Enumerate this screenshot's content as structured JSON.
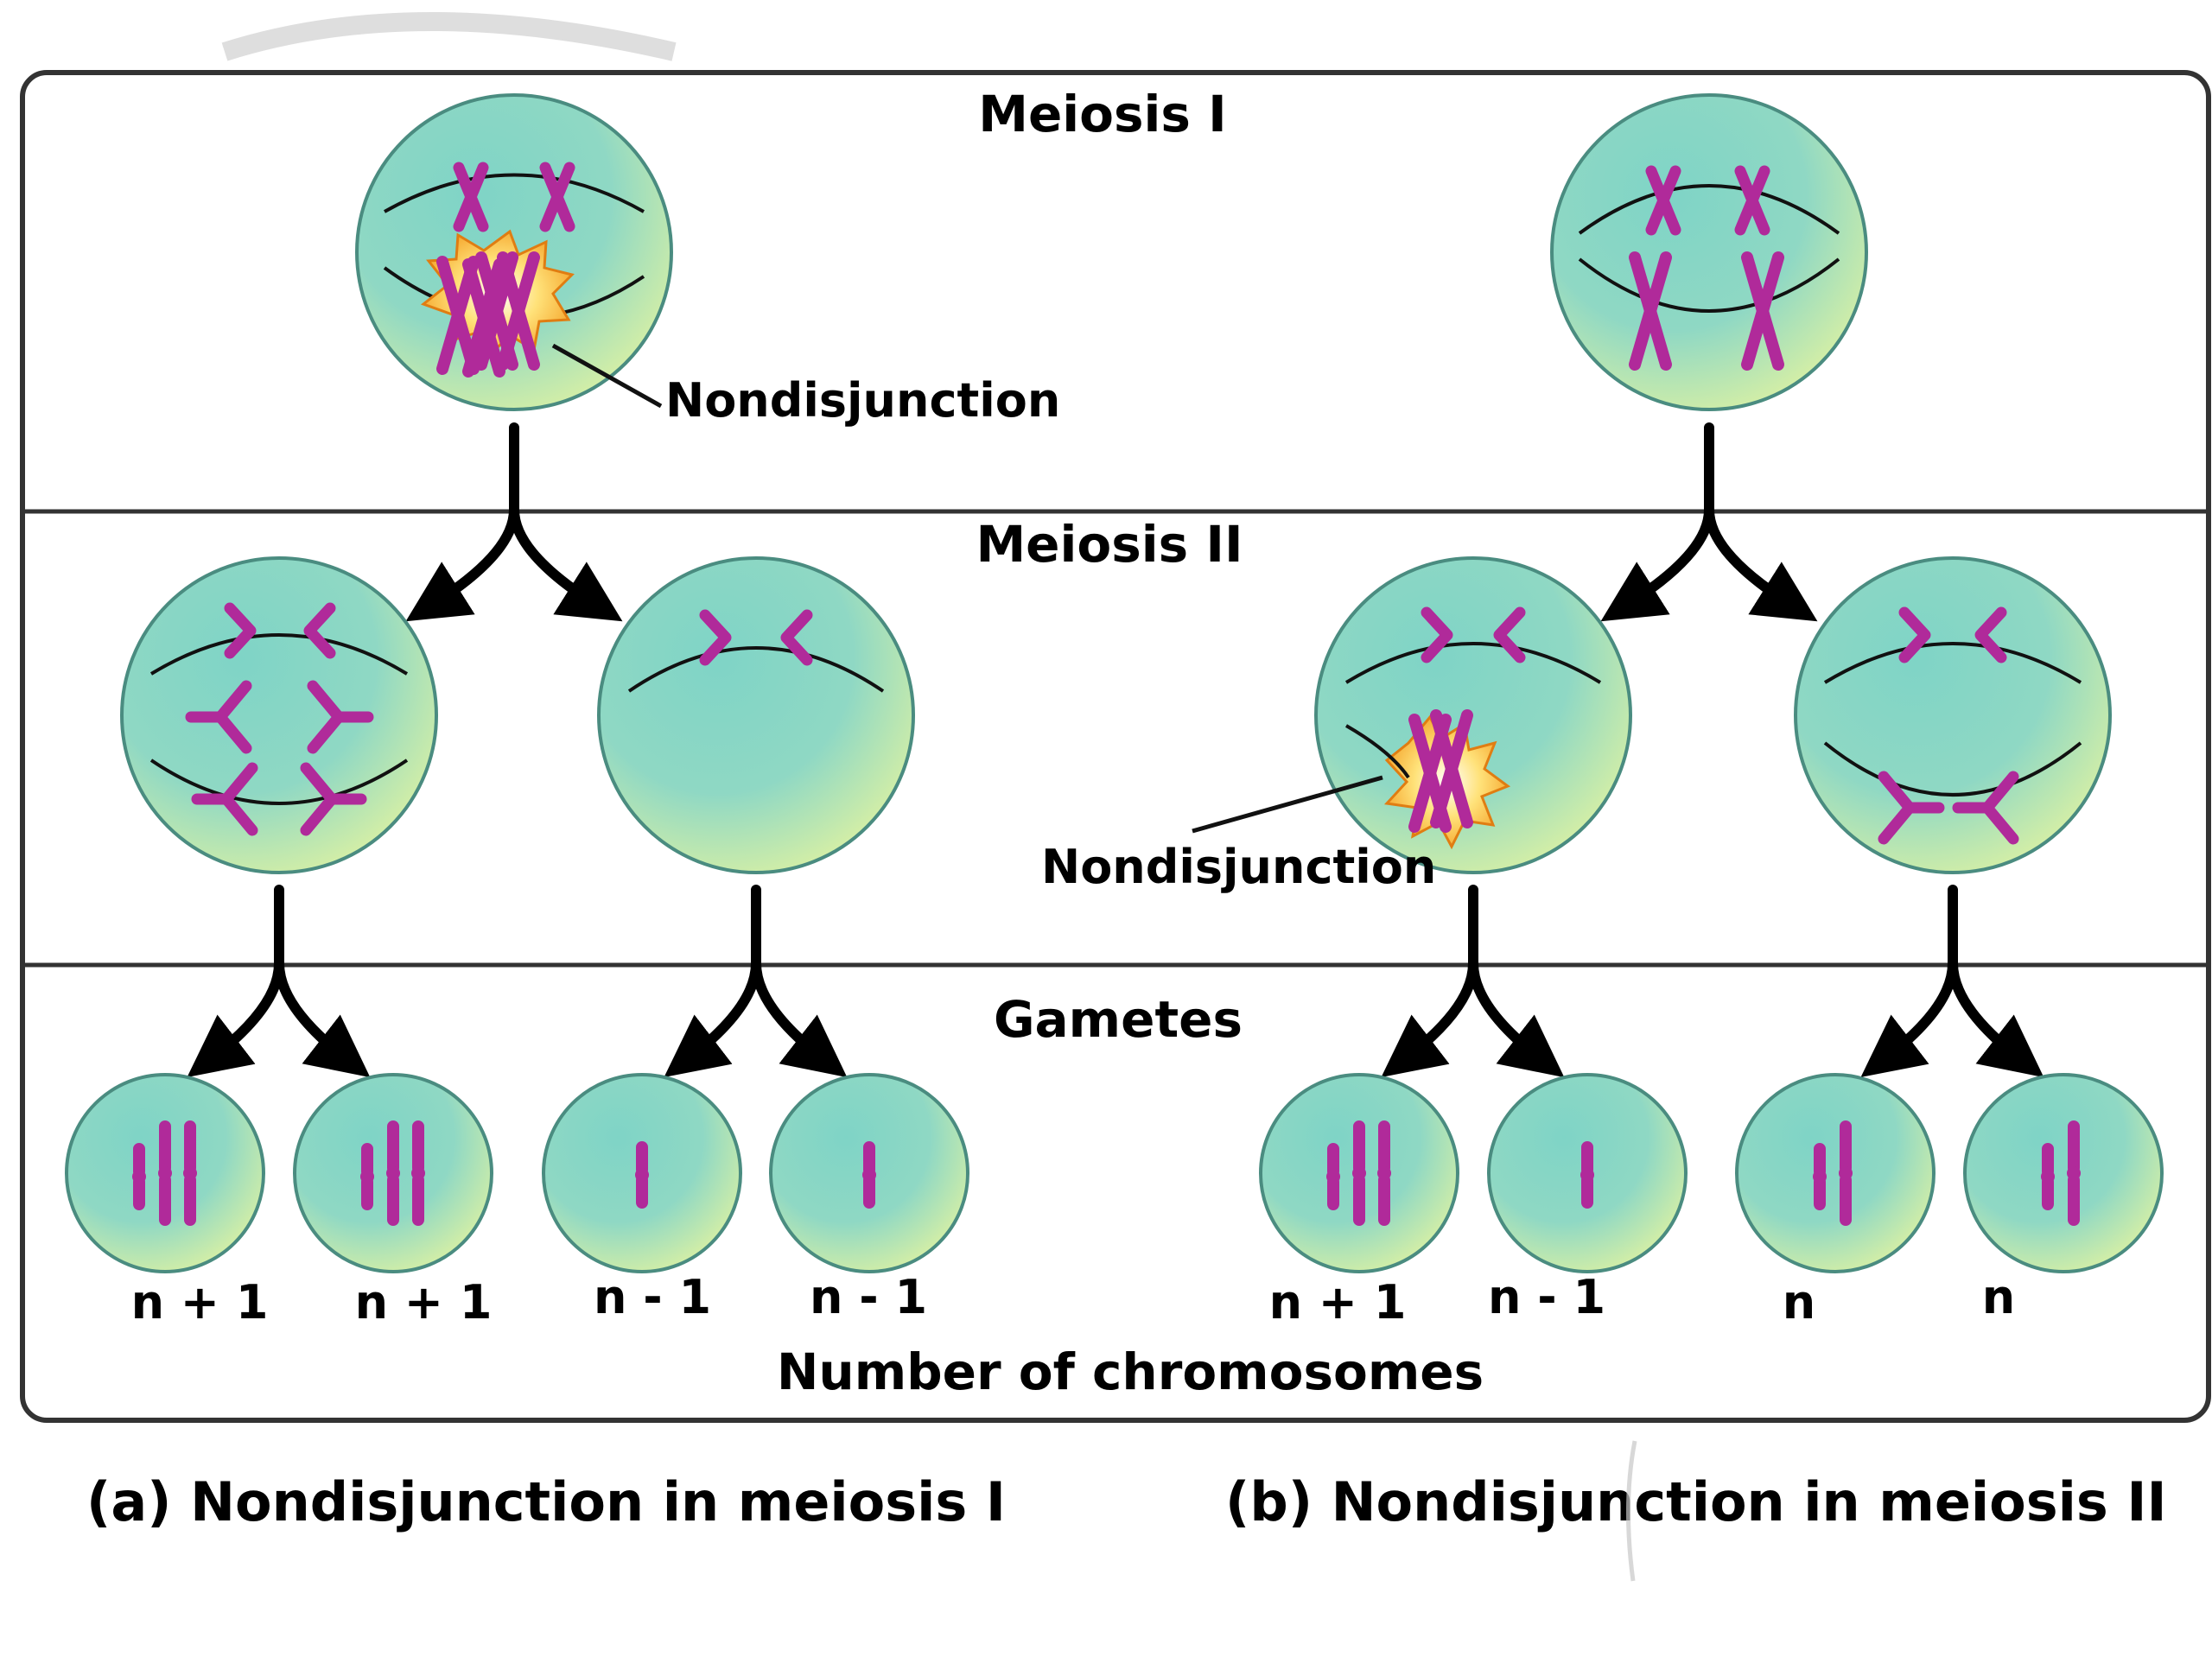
{
  "rows": {
    "meiosis1": "Meiosis I",
    "meiosis2": "Meiosis II",
    "gametes": "Gametes"
  },
  "callouts": {
    "left": "Nondisjunction",
    "right": "Nondisjunction"
  },
  "gamete_counts": {
    "g1": "n + 1",
    "g2": "n + 1",
    "g3": "n - 1",
    "g4": "n - 1",
    "g5": "n + 1",
    "g6": "n - 1",
    "g7": "n",
    "g8": "n"
  },
  "axis_label": "Number of chromosomes",
  "captions": {
    "a": "(a) Nondisjunction in meiosis I",
    "b": "(b) Nondisjunction in meiosis II"
  },
  "colors": {
    "chromosome": "#b02a9a",
    "cell": "#7fd1c1",
    "starburst": "#f5a623",
    "frame": "#333333"
  }
}
